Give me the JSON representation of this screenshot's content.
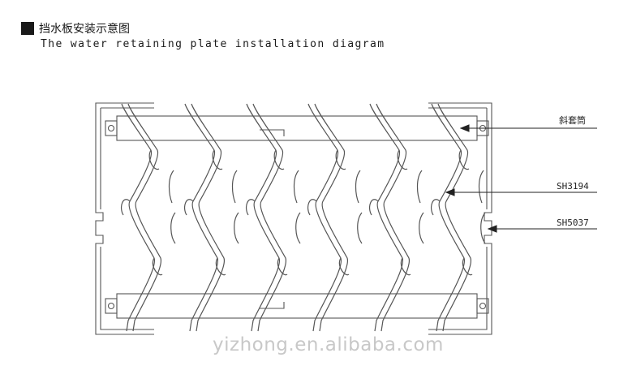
{
  "title": {
    "cn": "挡水板安装示意图",
    "en": "The water retaining plate installation diagram"
  },
  "labels": {
    "sleeve": "斜套筒",
    "blade": "SH3194",
    "frame": "SH5037"
  },
  "watermark": "yizhong.en.alibaba.com",
  "colors": {
    "line": "#555555",
    "text": "#222222"
  }
}
